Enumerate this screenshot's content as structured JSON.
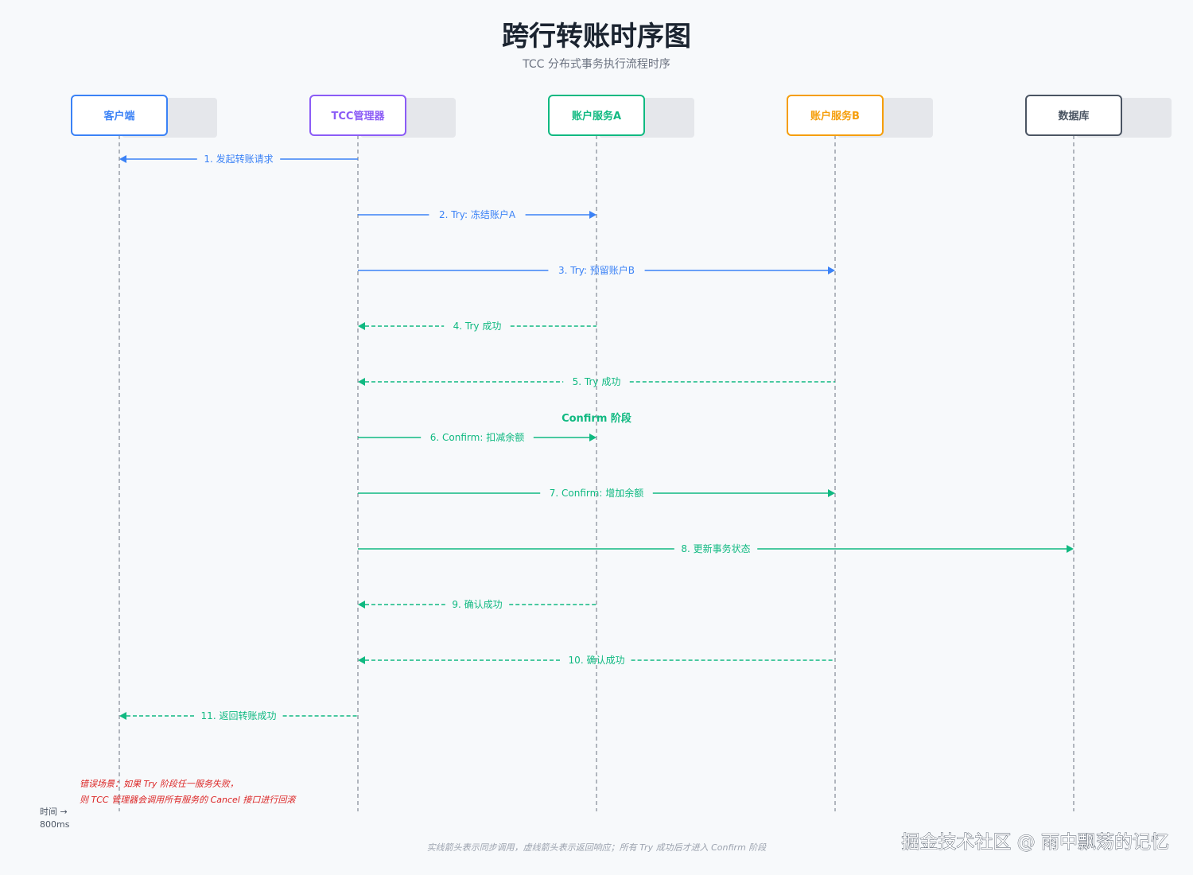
{
  "title": "跨行转账时序图",
  "subtitle": "TCC 分布式事务执行流程时序",
  "participants": [
    {
      "name": "客户端",
      "color": "#3b82f6"
    },
    {
      "name": "TCC管理器",
      "color": "#8b5cf6"
    },
    {
      "name": "账户服务A",
      "color": "#10b981"
    },
    {
      "name": "账户服务B",
      "color": "#f59e0b"
    },
    {
      "name": "数据库",
      "color": "#4b5563"
    }
  ],
  "messages": [
    {
      "label": "1. 发起转账请求",
      "from": 1,
      "to": 0,
      "style": "solid",
      "color": "#3b82f6"
    },
    {
      "label": "2. Try: 冻结账户A",
      "from": 1,
      "to": 2,
      "style": "solid",
      "color": "#3b82f6"
    },
    {
      "label": "3. Try: 预留账户B",
      "from": 1,
      "to": 3,
      "style": "solid",
      "color": "#3b82f6"
    },
    {
      "label": "4. Try 成功",
      "from": 2,
      "to": 1,
      "style": "dashed",
      "color": "#10b981"
    },
    {
      "label": "5. Try 成功",
      "from": 3,
      "to": 1,
      "style": "dashed",
      "color": "#10b981"
    },
    {
      "label": "6. Confirm: 扣减余额",
      "from": 1,
      "to": 2,
      "style": "solid",
      "color": "#10b981"
    },
    {
      "label": "7. Confirm: 增加余额",
      "from": 1,
      "to": 3,
      "style": "solid",
      "color": "#10b981"
    },
    {
      "label": "8. 更新事务状态",
      "from": 1,
      "to": 4,
      "style": "solid",
      "color": "#10b981"
    },
    {
      "label": "9. 确认成功",
      "from": 2,
      "to": 1,
      "style": "dashed",
      "color": "#10b981"
    },
    {
      "label": "10. 确认成功",
      "from": 3,
      "to": 1,
      "style": "dashed",
      "color": "#10b981"
    },
    {
      "label": "11. 返回转账成功",
      "from": 1,
      "to": 0,
      "style": "dashed",
      "color": "#10b981"
    }
  ],
  "phase_label": "Confirm 阶段",
  "phase_color": "#10b981",
  "error_note": {
    "line1": "错误场景：如果 Try 阶段任一服务失败，",
    "line2": "则 TCC 管理器会调用所有服务的 Cancel 接口进行回滚"
  },
  "time_axis": {
    "label": "时间 →",
    "value": "800ms"
  },
  "footer_note": "实线箭头表示同步调用，虚线箭头表示返回响应；所有 Try 成功后才进入 Confirm 阶段",
  "watermark": "掘金技术社区 @ 雨中飘荡的记忆"
}
